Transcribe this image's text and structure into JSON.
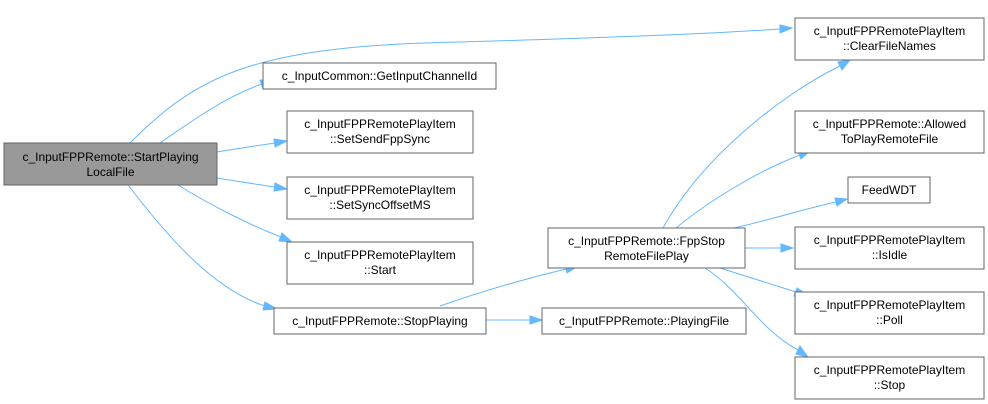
{
  "diagram": {
    "nodes": [
      {
        "id": "root",
        "lines": [
          "c_InputFPPRemote::StartPlaying",
          "LocalFile"
        ]
      },
      {
        "id": "getinputchannelid",
        "lines": [
          "c_InputCommon::GetInputChannelId"
        ]
      },
      {
        "id": "setsendfppsync",
        "lines": [
          "c_InputFPPRemotePlayItem",
          "::SetSendFppSync"
        ]
      },
      {
        "id": "setsyncoffsetms",
        "lines": [
          "c_InputFPPRemotePlayItem",
          "::SetSyncOffsetMS"
        ]
      },
      {
        "id": "start",
        "lines": [
          "c_InputFPPRemotePlayItem",
          "::Start"
        ]
      },
      {
        "id": "stopplaying",
        "lines": [
          "c_InputFPPRemote::StopPlaying"
        ]
      },
      {
        "id": "fppstop",
        "lines": [
          "c_InputFPPRemote::FppStop",
          "RemoteFilePlay"
        ]
      },
      {
        "id": "playingfile",
        "lines": [
          "c_InputFPPRemote::PlayingFile"
        ]
      },
      {
        "id": "clearfilenames",
        "lines": [
          "c_InputFPPRemotePlayItem",
          "::ClearFileNames"
        ]
      },
      {
        "id": "allowed",
        "lines": [
          "c_InputFPPRemote::Allowed",
          "ToPlayRemoteFile"
        ]
      },
      {
        "id": "feedwdt",
        "lines": [
          "FeedWDT"
        ]
      },
      {
        "id": "isidle",
        "lines": [
          "c_InputFPPRemotePlayItem",
          "::IsIdle"
        ]
      },
      {
        "id": "poll",
        "lines": [
          "c_InputFPPRemotePlayItem",
          "::Poll"
        ]
      },
      {
        "id": "stop",
        "lines": [
          "c_InputFPPRemotePlayItem",
          "::Stop"
        ]
      }
    ],
    "edges": [
      {
        "from": "root",
        "to": "clearfilenames"
      },
      {
        "from": "root",
        "to": "getinputchannelid"
      },
      {
        "from": "root",
        "to": "setsendfppsync"
      },
      {
        "from": "root",
        "to": "setsyncoffsetms"
      },
      {
        "from": "root",
        "to": "start"
      },
      {
        "from": "root",
        "to": "stopplaying"
      },
      {
        "from": "stopplaying",
        "to": "fppstop"
      },
      {
        "from": "stopplaying",
        "to": "playingfile"
      },
      {
        "from": "fppstop",
        "to": "clearfilenames"
      },
      {
        "from": "fppstop",
        "to": "allowed"
      },
      {
        "from": "fppstop",
        "to": "feedwdt"
      },
      {
        "from": "fppstop",
        "to": "isidle"
      },
      {
        "from": "fppstop",
        "to": "poll"
      },
      {
        "from": "fppstop",
        "to": "stop"
      }
    ],
    "colors": {
      "edge": "#63b8ff",
      "root_fill": "#999999",
      "node_border": "#666666"
    }
  }
}
